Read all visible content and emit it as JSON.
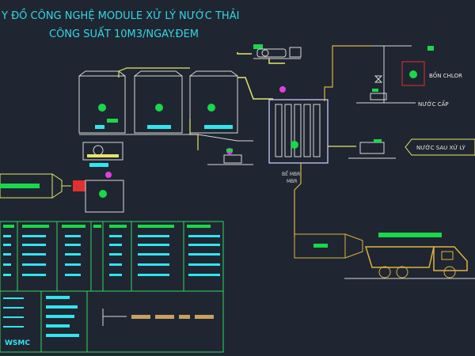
{
  "diagram": {
    "title_line1": "Y ĐỒ CÔNG NGHỆ MODULE XỬ LÝ NƯỚC THẢI",
    "title_line2": "CÔNG SUẤT 10M3/NGAY.ĐEM",
    "labels": {
      "bon_chlor": "BỒN CHLOR",
      "nuoc_cap": "NƯỚC CẤP",
      "nuoc_sau_xu_ly": "NƯỚC SAU XỬ LÝ",
      "be_mbr_line1": "BỂ MBR",
      "be_mbr_line2": "MBR"
    },
    "logo_text": "WSMC"
  },
  "colors": {
    "background": "#1f2631",
    "title": "#33d6e6",
    "pipe_yellow": "#e6e66a",
    "pipe_gold": "#e0b040",
    "equipment_green": "#19d84a",
    "cyan": "#2ee6f0",
    "magenta": "#e040e0",
    "red": "#e03030"
  }
}
